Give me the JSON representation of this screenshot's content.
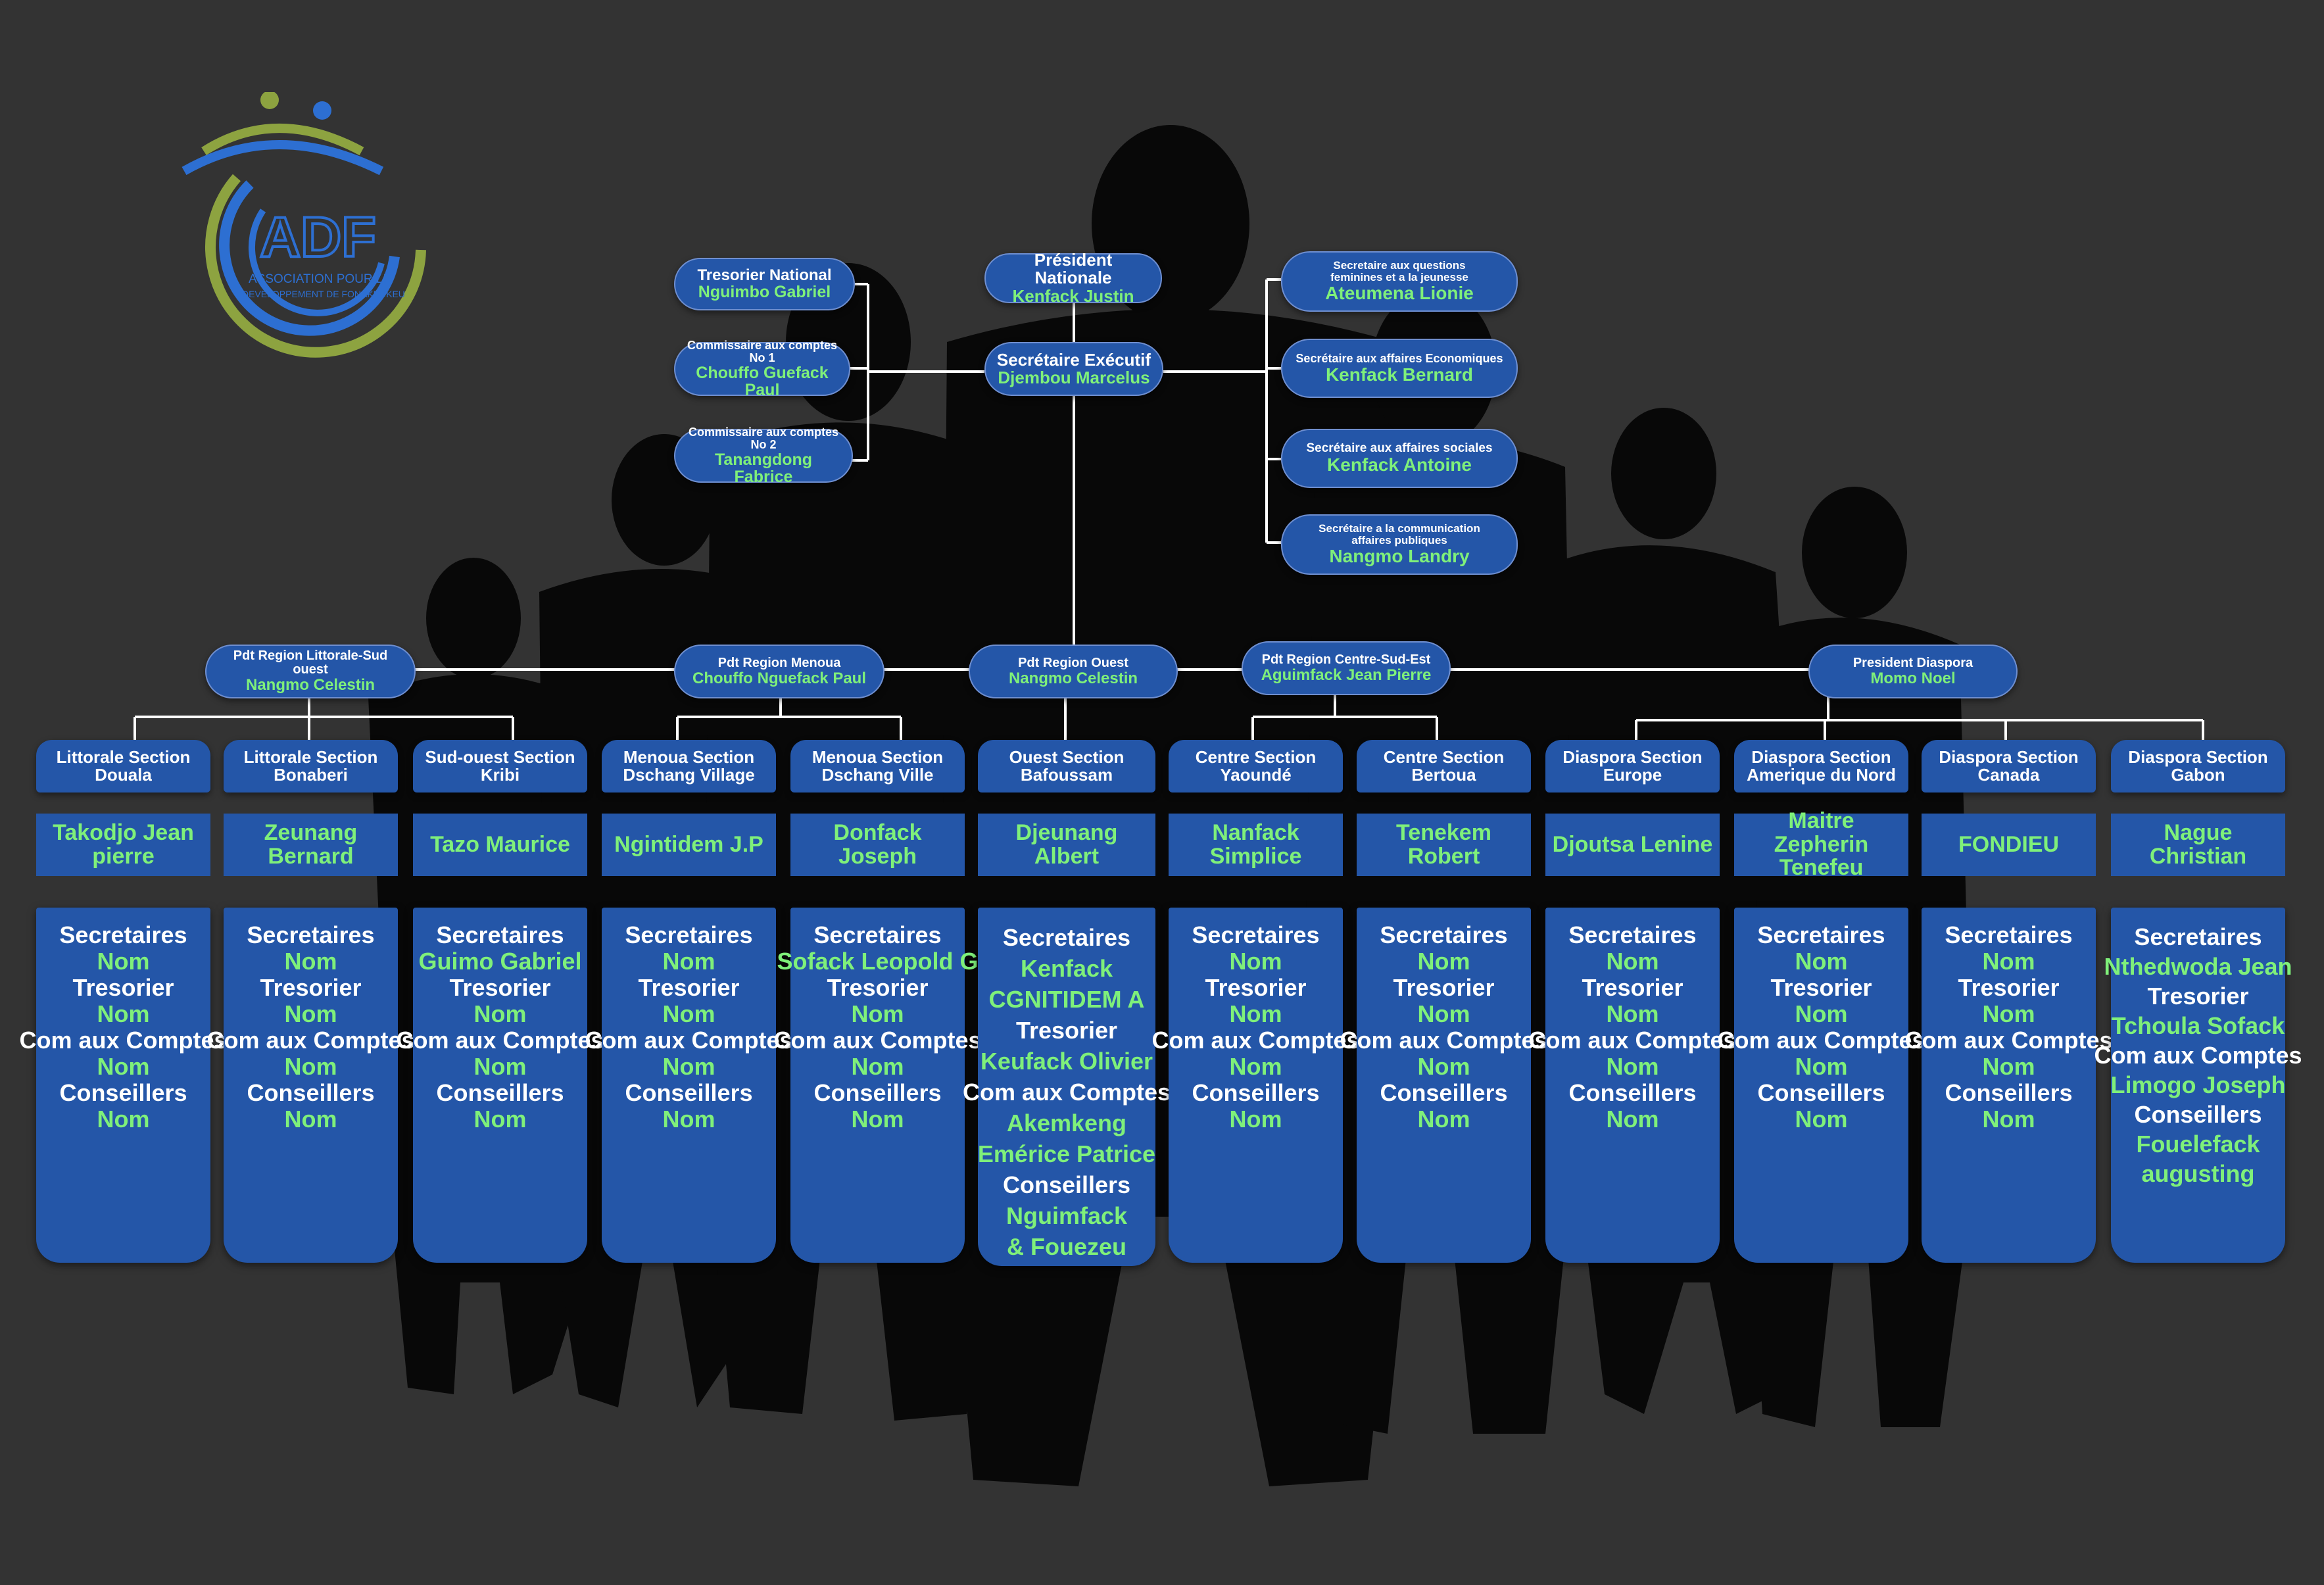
{
  "logo": {
    "text_line1": "ASSOCIATION POUR LE",
    "text_line2": "DEVELOPPEMENT DE FONAKEUKEU",
    "acronym": "ADF"
  },
  "executive": {
    "president": {
      "title": "Président Nationale",
      "name": "Kenfack Justin"
    },
    "executive_secretary": {
      "title": "Secrétaire Exécutif",
      "name": "Djembou Marcelus"
    },
    "left": [
      {
        "title": "Tresorier National",
        "name": "Nguimbo Gabriel"
      },
      {
        "title": "Commissaire aux comptes No 1",
        "name": "Chouffo Guefack Paul"
      },
      {
        "title": "Commissaire aux comptes No 2",
        "name": "Tanangdong Fabrice"
      }
    ],
    "right": [
      {
        "title": "Secretaire aux questions feminines et a la jeunesse",
        "name": "Ateumena Lionie"
      },
      {
        "title": "Secrétaire aux affaires Economiques",
        "name": "Kenfack Bernard"
      },
      {
        "title": "Secrétaire aux affaires sociales",
        "name": "Kenfack Antoine"
      },
      {
        "title": "Secrétaire a la communication affaires publiques",
        "name": "Nangmo Landry"
      }
    ]
  },
  "regions": [
    {
      "title": "Pdt Region Littorale-Sud ouest",
      "name": "Nangmo Celestin"
    },
    {
      "title": "Pdt Region Menoua",
      "name": "Chouffo Nguefack Paul"
    },
    {
      "title": "Pdt Region Ouest",
      "name": "Nangmo Celestin"
    },
    {
      "title": "Pdt Region Centre-Sud-Est",
      "name": "Aguimfack Jean Pierre"
    },
    {
      "title": "President Diaspora",
      "name": "Momo Noel"
    }
  ],
  "sections": [
    {
      "title": "Littorale Section Douala",
      "head": "Takodjo Jean pierre",
      "rows": [
        [
          "r",
          "Secretaires"
        ],
        [
          "v",
          "Nom"
        ],
        [
          "r",
          "Tresorier"
        ],
        [
          "v",
          "Nom"
        ],
        [
          "r",
          "Com aux Comptes"
        ],
        [
          "v",
          "Nom"
        ],
        [
          "r",
          "Conseillers"
        ],
        [
          "v",
          "Nom"
        ]
      ]
    },
    {
      "title": "Littorale Section Bonaberi",
      "head": "Zeunang Bernard",
      "rows": [
        [
          "r",
          "Secretaires"
        ],
        [
          "v",
          "Nom"
        ],
        [
          "r",
          "Tresorier"
        ],
        [
          "v",
          "Nom"
        ],
        [
          "r",
          "Com aux Comptes"
        ],
        [
          "v",
          "Nom"
        ],
        [
          "r",
          "Conseillers"
        ],
        [
          "v",
          "Nom"
        ]
      ]
    },
    {
      "title": "Sud-ouest  Section Kribi",
      "head": "Tazo Maurice",
      "rows": [
        [
          "r",
          "Secretaires"
        ],
        [
          "v",
          "Guimo Gabriel"
        ],
        [
          "r",
          "Tresorier"
        ],
        [
          "v",
          "Nom"
        ],
        [
          "r",
          "Com aux Comptes"
        ],
        [
          "v",
          "Nom"
        ],
        [
          "r",
          "Conseillers"
        ],
        [
          "v",
          "Nom"
        ]
      ]
    },
    {
      "title": "Menoua Section Dschang Village",
      "head": "Ngintidem J.P",
      "rows": [
        [
          "r",
          "Secretaires"
        ],
        [
          "v",
          "Nom"
        ],
        [
          "r",
          "Tresorier"
        ],
        [
          "v",
          "Nom"
        ],
        [
          "r",
          "Com aux Comptes"
        ],
        [
          "v",
          "Nom"
        ],
        [
          "r",
          "Conseillers"
        ],
        [
          "v",
          "Nom"
        ]
      ]
    },
    {
      "title": "Menoua Section Dschang Ville",
      "head": "Donfack Joseph",
      "rows": [
        [
          "r",
          "Secretaires"
        ],
        [
          "v",
          "Sofack Leopold G"
        ],
        [
          "r",
          "Tresorier"
        ],
        [
          "v",
          "Nom"
        ],
        [
          "r",
          "Com aux Comptes"
        ],
        [
          "v",
          "Nom"
        ],
        [
          "r",
          "Conseillers"
        ],
        [
          "v",
          "Nom"
        ]
      ]
    },
    {
      "title": "Ouest Section Bafoussam",
      "head": "Djeunang Albert",
      "rows": [
        [
          "r",
          "Secretaires"
        ],
        [
          "v",
          "Kenfack"
        ],
        [
          "v",
          "CGNITIDEM A"
        ],
        [
          "r",
          "Tresorier"
        ],
        [
          "v",
          "Keufack Olivier"
        ],
        [
          "r",
          "Com aux Comptes"
        ],
        [
          "v",
          "Akemkeng"
        ],
        [
          "v",
          "Emérice Patrice"
        ],
        [
          "r",
          "Conseillers"
        ],
        [
          "v",
          "Nguimfack"
        ],
        [
          "v",
          "& Fouezeu"
        ]
      ]
    },
    {
      "title": "Centre Section Yaoundé",
      "head": "Nanfack Simplice",
      "rows": [
        [
          "r",
          "Secretaires"
        ],
        [
          "v",
          "Nom"
        ],
        [
          "r",
          "Tresorier"
        ],
        [
          "v",
          "Nom"
        ],
        [
          "r",
          "Com aux Comptes"
        ],
        [
          "v",
          "Nom"
        ],
        [
          "r",
          "Conseillers"
        ],
        [
          "v",
          "Nom"
        ]
      ]
    },
    {
      "title": "Centre Section Bertoua",
      "head": "Tenekem Robert",
      "rows": [
        [
          "r",
          "Secretaires"
        ],
        [
          "v",
          "Nom"
        ],
        [
          "r",
          "Tresorier"
        ],
        [
          "v",
          "Nom"
        ],
        [
          "r",
          "Com aux Comptes"
        ],
        [
          "v",
          "Nom"
        ],
        [
          "r",
          "Conseillers"
        ],
        [
          "v",
          "Nom"
        ]
      ]
    },
    {
      "title": "Diaspora Section Europe",
      "head": "Djoutsa Lenine",
      "rows": [
        [
          "r",
          "Secretaires"
        ],
        [
          "v",
          "Nom"
        ],
        [
          "r",
          "Tresorier"
        ],
        [
          "v",
          "Nom"
        ],
        [
          "r",
          "Com aux Comptes"
        ],
        [
          "v",
          "Nom"
        ],
        [
          "r",
          "Conseillers"
        ],
        [
          "v",
          "Nom"
        ]
      ]
    },
    {
      "title": "Diaspora Section Amerique du Nord",
      "head": "Maitre Zepherin Tenefeu",
      "rows": [
        [
          "r",
          "Secretaires"
        ],
        [
          "v",
          "Nom"
        ],
        [
          "r",
          "Tresorier"
        ],
        [
          "v",
          "Nom"
        ],
        [
          "r",
          "Com aux Comptes"
        ],
        [
          "v",
          "Nom"
        ],
        [
          "r",
          "Conseillers"
        ],
        [
          "v",
          "Nom"
        ]
      ]
    },
    {
      "title": "Diaspora Section Canada",
      "head": "FONDIEU",
      "rows": [
        [
          "r",
          "Secretaires"
        ],
        [
          "v",
          "Nom"
        ],
        [
          "r",
          "Tresorier"
        ],
        [
          "v",
          "Nom"
        ],
        [
          "r",
          "Com aux Comptes"
        ],
        [
          "v",
          "Nom"
        ],
        [
          "r",
          "Conseillers"
        ],
        [
          "v",
          "Nom"
        ]
      ]
    },
    {
      "title": "Diaspora Section Gabon",
      "head": "Nague Christian",
      "rows": [
        [
          "r",
          "Secretaires"
        ],
        [
          "v",
          "Nthedwoda Jean"
        ],
        [
          "r",
          "Tresorier"
        ],
        [
          "v",
          "Tchoula Sofack"
        ],
        [
          "r",
          "Com aux Comptes"
        ],
        [
          "v",
          "Limogo Joseph"
        ],
        [
          "r",
          "Conseillers"
        ],
        [
          "v",
          "Fouelefack"
        ],
        [
          "v",
          "augusting"
        ]
      ]
    }
  ]
}
